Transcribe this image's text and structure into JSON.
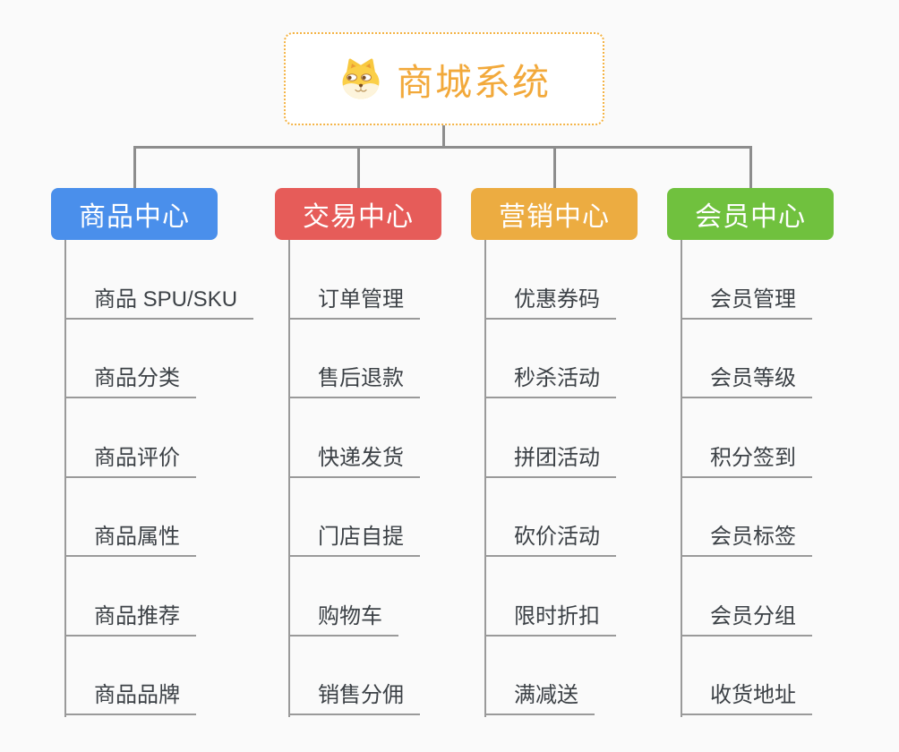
{
  "root": {
    "title": "商城系统",
    "icon": "dog-face-icon",
    "title_color": "#f2a93b",
    "border_color": "#f4b344",
    "background": "#ffffff"
  },
  "branches": [
    {
      "id": "product-center",
      "label": "商品中心",
      "color": "#4a8feb",
      "children": [
        "商品 SPU/SKU",
        "商品分类",
        "商品评价",
        "商品属性",
        "商品推荐",
        "商品品牌"
      ]
    },
    {
      "id": "trade-center",
      "label": "交易中心",
      "color": "#e65c59",
      "children": [
        "订单管理",
        "售后退款",
        "快递发货",
        "门店自提",
        "购物车",
        "销售分佣"
      ]
    },
    {
      "id": "marketing-center",
      "label": "营销中心",
      "color": "#ecac41",
      "children": [
        "优惠券码",
        "秒杀活动",
        "拼团活动",
        "砍价活动",
        "限时折扣",
        "满减送"
      ]
    },
    {
      "id": "member-center",
      "label": "会员中心",
      "color": "#70c13e",
      "children": [
        "会员管理",
        "会员等级",
        "积分签到",
        "会员标签",
        "会员分组",
        "收货地址"
      ]
    }
  ],
  "colors": {
    "connector": "#8d8d8d",
    "leaf_underline": "#9a9a9a",
    "leaf_text": "#3c4146",
    "canvas_background": "#fafafa",
    "header_text": "#ffffff"
  }
}
